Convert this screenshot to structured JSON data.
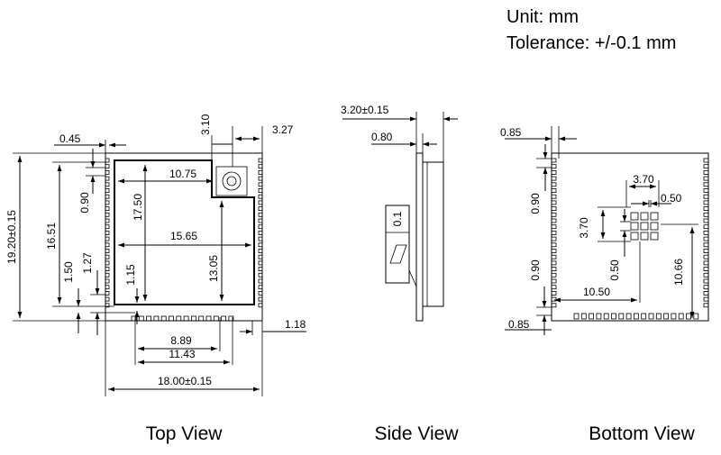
{
  "header": {
    "unit": "Unit: mm",
    "tolerance": "Tolerance: +/-0.1 mm"
  },
  "top_view": {
    "caption": "Top View",
    "labels": {
      "d045": "0.45",
      "d310": "3.10",
      "d327": "3.27",
      "d1920": "19.20±0.15",
      "d1651": "16.51",
      "d090": "0.90",
      "d1750": "17.50",
      "d1075": "10.75",
      "d1565": "15.65",
      "d150": "1.50",
      "d127": "1.27",
      "d115": "1.15",
      "d1305": "13.05",
      "d889": "8.89",
      "d1143": "11.43",
      "d118": "1.18",
      "d1800": "18.00±0.15"
    }
  },
  "side_view": {
    "caption": "Side View",
    "labels": {
      "d320": "3.20±0.15",
      "d080": "0.80",
      "d01": "0.1"
    }
  },
  "bottom_view": {
    "caption": "Bottom View",
    "labels": {
      "d085a": "0.85",
      "d370a": "3.70",
      "d050a": "0.50",
      "d090a": "0.90",
      "d370b": "3.70",
      "d090b": "0.90",
      "d050b": "0.50",
      "d1066": "10.66",
      "d1050": "10.50",
      "d085b": "0.85"
    }
  }
}
